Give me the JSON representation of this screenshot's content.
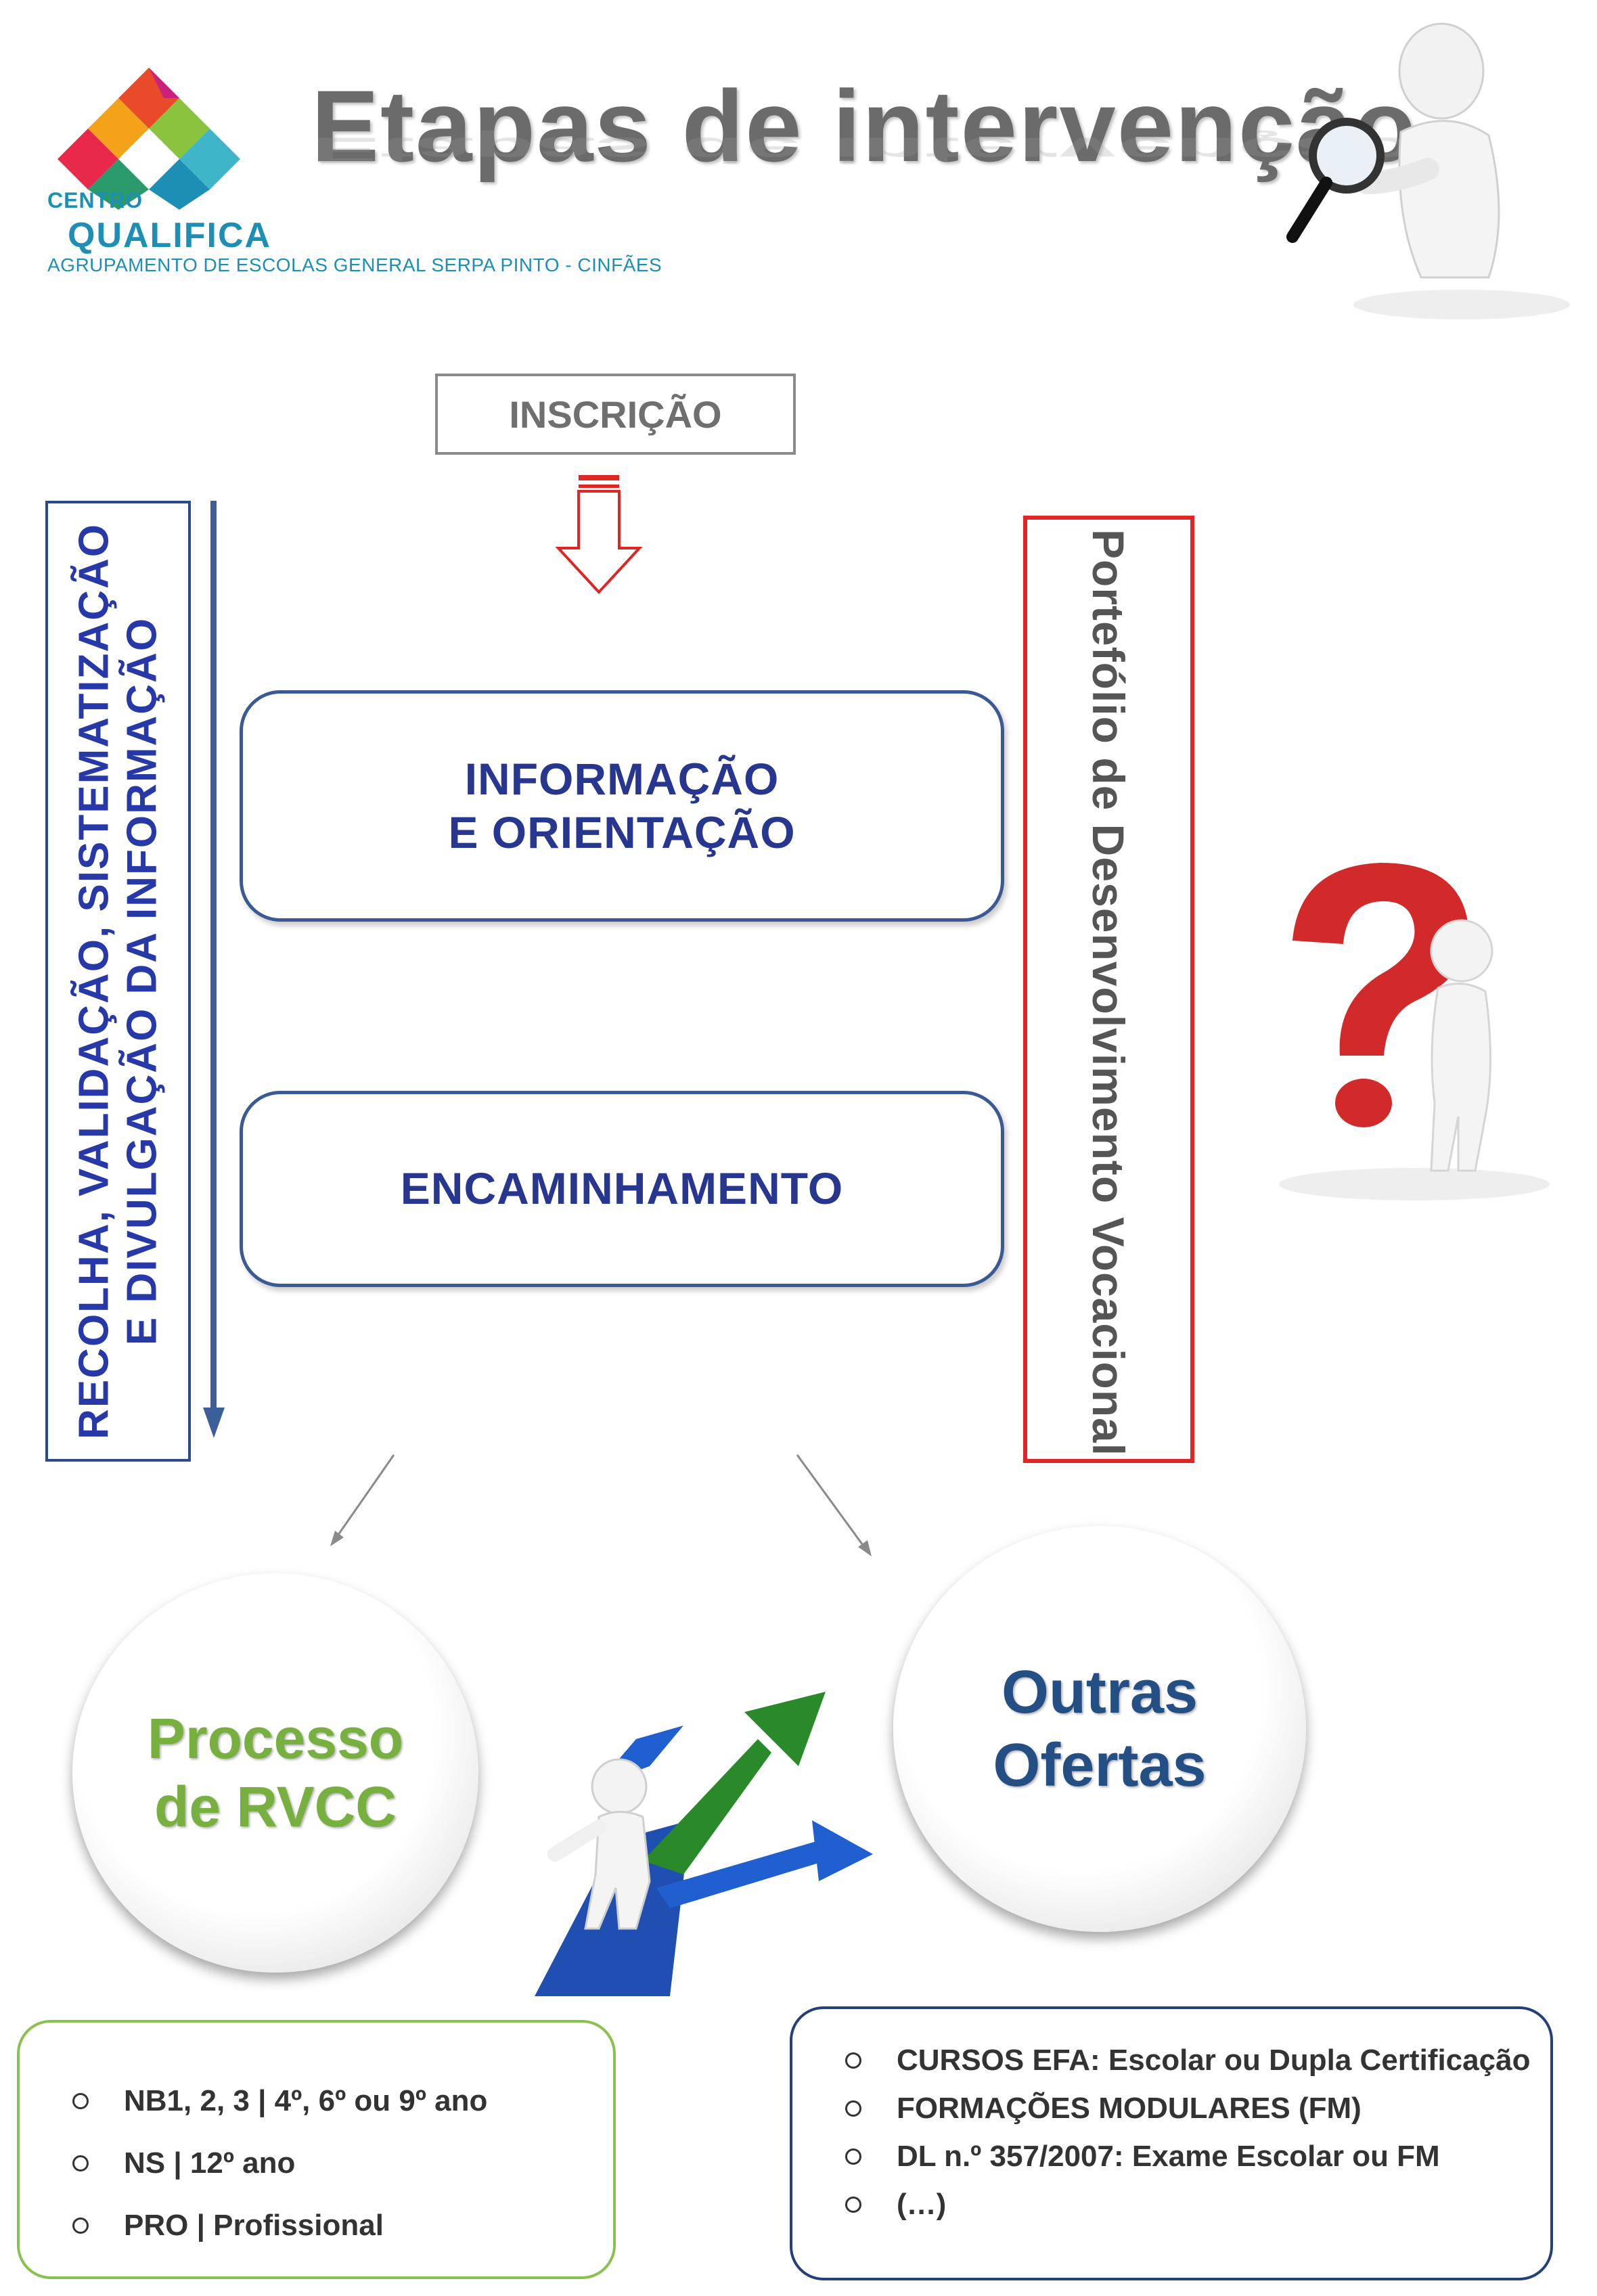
{
  "header": {
    "logo_centro": "CENTRO",
    "logo_qualifica": "QUALIFICA",
    "logo_school": "AGRUPAMENTO DE ESCOLAS GENERAL SERPA PINTO - CINFÃES",
    "title": "Etapas de intervenção"
  },
  "flow": {
    "inscricao": "INSCRIÇÃO",
    "left_bar_line1": "RECOLHA, VALIDAÇÃO, SISTEMATIZAÇÃO",
    "left_bar_line2": "E DIVULGAÇÃO DA INFORMAÇÃO",
    "step1_line1": "INFORMAÇÃO",
    "step1_line2": "E ORIENTAÇÃO",
    "step2": "ENCAMINHAMENTO",
    "portfolio": "Portefólio de Desenvolvimento Vocacional"
  },
  "outcomes": {
    "rvcc_line1": "Processo",
    "rvcc_line2": "de RVCC",
    "outras_line1": "Outras",
    "outras_line2": "Ofertas"
  },
  "rvcc_list": [
    "NB1, 2, 3 | 4º, 6º ou 9º ano",
    "NS | 12º ano",
    "PRO | Profissional"
  ],
  "outras_list": [
    "CURSOS EFA: Escolar ou Dupla Certificação",
    "FORMAÇÕES MODULARES (FM)",
    "DL n.º 357/2007: Exame Escolar ou FM",
    "(…)"
  ],
  "colors": {
    "blue_text": "#2738a8",
    "red_border": "#e02525",
    "green_text": "#78b040",
    "navy_text": "#244f84"
  }
}
